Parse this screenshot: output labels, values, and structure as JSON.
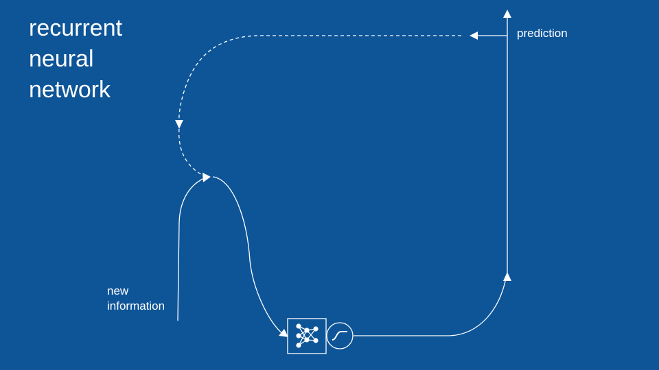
{
  "title": {
    "line1": "recurrent",
    "line2": "neural",
    "line3": "network"
  },
  "labels": {
    "input_line1": "new",
    "input_line2": "information",
    "output": "prediction"
  },
  "icons": {
    "network": "neural-network-icon",
    "activation": "sigmoid-activation-icon"
  },
  "colors": {
    "background": "#0e5598",
    "foreground": "#ffffff"
  }
}
